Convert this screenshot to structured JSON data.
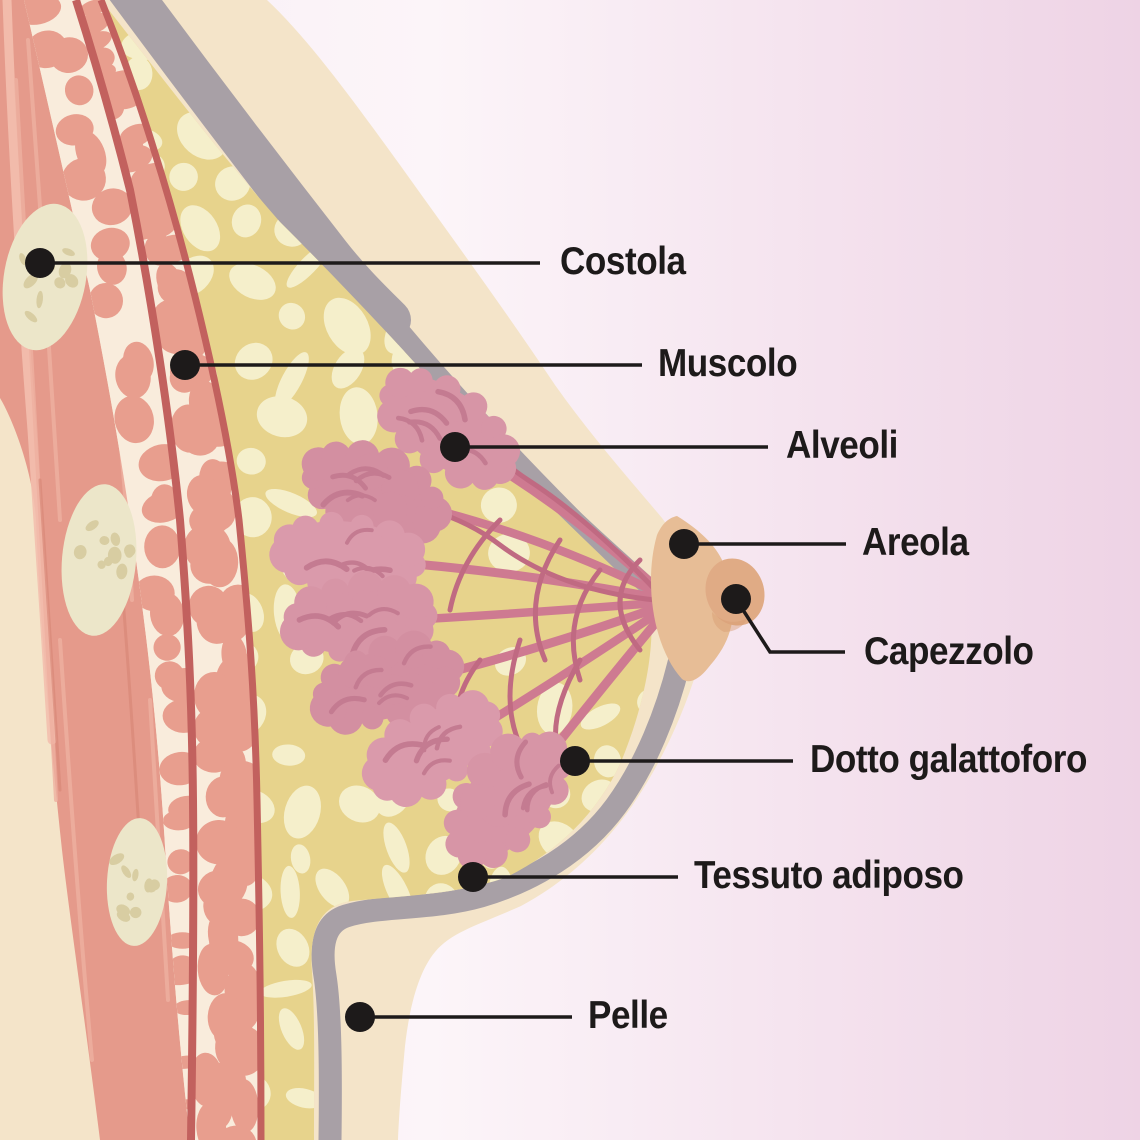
{
  "diagram": {
    "labels": [
      {
        "id": "costola",
        "text": "Costola"
      },
      {
        "id": "muscolo",
        "text": "Muscolo"
      },
      {
        "id": "alveoli",
        "text": "Alveoli"
      },
      {
        "id": "areola",
        "text": "Areola"
      },
      {
        "id": "capezzolo",
        "text": "Capezzolo"
      },
      {
        "id": "dotto-galattoforo",
        "text": "Dotto galattoforo"
      },
      {
        "id": "tessuto-adiposo",
        "text": "Tessuto adiposo"
      },
      {
        "id": "pelle",
        "text": "Pelle"
      }
    ],
    "palette": {
      "background_left": "#f8eef5",
      "background_right": "#eed3e5",
      "skin": "#f4e4c9",
      "skin_line_gray": "#a8a0a6",
      "fat_base": "#e7d38c",
      "fat_lobule": "#f5efcb",
      "muscle": "#e59a8b",
      "muscle_highlight": "#f3bfae",
      "fascia_line": "#c2615e",
      "marbled_tissue": "#f9ecdc",
      "marbled_blob": "#e89e8e",
      "rib": "#ece6c9",
      "rib_speck": "#d8cda2",
      "gland_alveoli": "#d795a6",
      "gland_detail": "#c47b91",
      "milk_duct": "#ce7a91",
      "milk_duct_dark": "#c06a82",
      "areola": "#e7bd96",
      "nipple": "#e0ab85",
      "label_text": "#1d1a1a"
    }
  }
}
